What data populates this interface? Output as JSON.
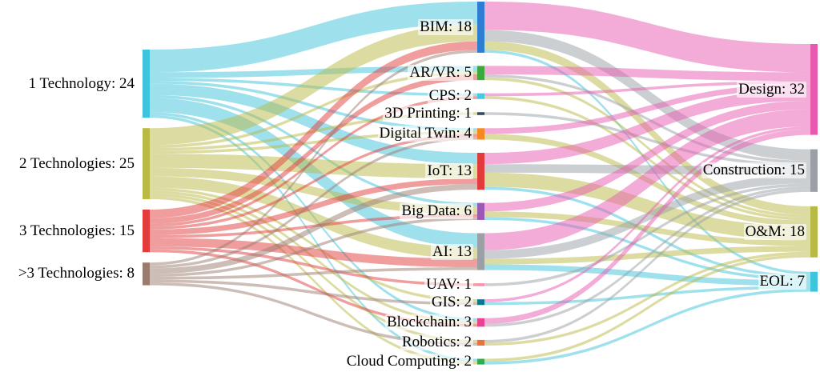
{
  "chart_data": {
    "type": "sankey",
    "title": "",
    "orientation": "left-to-right",
    "link_coloring": {
      "left_to_middle": "source",
      "middle_to_right": "target"
    },
    "node_columns": [
      {
        "id": "left",
        "nodes": [
          {
            "name": "1 Technology",
            "value": 24,
            "color": "#3ec4dc"
          },
          {
            "name": "2 Technologies",
            "value": 25,
            "color": "#b9ba45"
          },
          {
            "name": "3 Technologies",
            "value": 15,
            "color": "#e23b3b"
          },
          {
            "name": ">3 Technologies",
            "value": 8,
            "color": "#9c7b6f"
          }
        ]
      },
      {
        "id": "middle",
        "nodes": [
          {
            "name": "BIM",
            "value": 18,
            "color": "#2d7dd2"
          },
          {
            "name": "AR/VR",
            "value": 5,
            "color": "#3da93d"
          },
          {
            "name": "CPS",
            "value": 2,
            "color": "#45c8e0"
          },
          {
            "name": "3D Printing",
            "value": 1,
            "color": "#34495e"
          },
          {
            "name": "Digital Twin",
            "value": 4,
            "color": "#f5881f"
          },
          {
            "name": "IoT",
            "value": 13,
            "color": "#e23b3b"
          },
          {
            "name": "Big Data",
            "value": 6,
            "color": "#9b59b6"
          },
          {
            "name": "AI",
            "value": 13,
            "color": "#9aa0a6"
          },
          {
            "name": "UAV",
            "value": 1,
            "color": "#f48fb1"
          },
          {
            "name": "GIS",
            "value": 2,
            "color": "#0e7490"
          },
          {
            "name": "Blockchain",
            "value": 3,
            "color": "#e84393"
          },
          {
            "name": "Robotics",
            "value": 2,
            "color": "#e8743b"
          },
          {
            "name": "Cloud Computing",
            "value": 2,
            "color": "#2eac4f"
          }
        ]
      },
      {
        "id": "right",
        "nodes": [
          {
            "name": "Design",
            "value": 32,
            "color": "#e85ab0"
          },
          {
            "name": "Construction",
            "value": 15,
            "color": "#9aa0a6"
          },
          {
            "name": "O&M",
            "value": 18,
            "color": "#b9ba45"
          },
          {
            "name": "EOL",
            "value": 7,
            "color": "#3ec4dc"
          }
        ]
      }
    ],
    "links": [
      {
        "from": "1 Technology",
        "to": "BIM",
        "value": 8
      },
      {
        "from": "1 Technology",
        "to": "AR/VR",
        "value": 2
      },
      {
        "from": "1 Technology",
        "to": "CPS",
        "value": 1
      },
      {
        "from": "1 Technology",
        "to": "Digital Twin",
        "value": 1
      },
      {
        "from": "1 Technology",
        "to": "IoT",
        "value": 4
      },
      {
        "from": "1 Technology",
        "to": "Big Data",
        "value": 1
      },
      {
        "from": "1 Technology",
        "to": "AI",
        "value": 5
      },
      {
        "from": "1 Technology",
        "to": "Blockchain",
        "value": 1
      },
      {
        "from": "1 Technology",
        "to": "Cloud Computing",
        "value": 1
      },
      {
        "from": "2 Technologies",
        "to": "BIM",
        "value": 6
      },
      {
        "from": "2 Technologies",
        "to": "AR/VR",
        "value": 1
      },
      {
        "from": "2 Technologies",
        "to": "3D Printing",
        "value": 1
      },
      {
        "from": "2 Technologies",
        "to": "Digital Twin",
        "value": 1
      },
      {
        "from": "2 Technologies",
        "to": "IoT",
        "value": 5
      },
      {
        "from": "2 Technologies",
        "to": "Big Data",
        "value": 3
      },
      {
        "from": "2 Technologies",
        "to": "AI",
        "value": 4
      },
      {
        "from": "2 Technologies",
        "to": "GIS",
        "value": 1
      },
      {
        "from": "2 Technologies",
        "to": "Blockchain",
        "value": 1
      },
      {
        "from": "2 Technologies",
        "to": "Robotics",
        "value": 1
      },
      {
        "from": "2 Technologies",
        "to": "Cloud Computing",
        "value": 1
      },
      {
        "from": "3 Technologies",
        "to": "BIM",
        "value": 3
      },
      {
        "from": "3 Technologies",
        "to": "AR/VR",
        "value": 2
      },
      {
        "from": "3 Technologies",
        "to": "CPS",
        "value": 1
      },
      {
        "from": "3 Technologies",
        "to": "Digital Twin",
        "value": 1
      },
      {
        "from": "3 Technologies",
        "to": "IoT",
        "value": 2
      },
      {
        "from": "3 Technologies",
        "to": "Big Data",
        "value": 1
      },
      {
        "from": "3 Technologies",
        "to": "AI",
        "value": 3
      },
      {
        "from": "3 Technologies",
        "to": "UAV",
        "value": 1
      },
      {
        "from": "3 Technologies",
        "to": "Blockchain",
        "value": 1
      },
      {
        "from": ">3 Technologies",
        "to": "BIM",
        "value": 1
      },
      {
        "from": ">3 Technologies",
        "to": "Digital Twin",
        "value": 1
      },
      {
        "from": ">3 Technologies",
        "to": "IoT",
        "value": 2
      },
      {
        "from": ">3 Technologies",
        "to": "Big Data",
        "value": 1
      },
      {
        "from": ">3 Technologies",
        "to": "AI",
        "value": 1
      },
      {
        "from": ">3 Technologies",
        "to": "GIS",
        "value": 1
      },
      {
        "from": ">3 Technologies",
        "to": "Robotics",
        "value": 1
      },
      {
        "from": "BIM",
        "to": "Design",
        "value": 10
      },
      {
        "from": "BIM",
        "to": "Construction",
        "value": 4
      },
      {
        "from": "BIM",
        "to": "O&M",
        "value": 3
      },
      {
        "from": "BIM",
        "to": "EOL",
        "value": 1
      },
      {
        "from": "AR/VR",
        "to": "Design",
        "value": 3
      },
      {
        "from": "AR/VR",
        "to": "Construction",
        "value": 1
      },
      {
        "from": "AR/VR",
        "to": "O&M",
        "value": 1
      },
      {
        "from": "CPS",
        "to": "Design",
        "value": 1
      },
      {
        "from": "CPS",
        "to": "O&M",
        "value": 1
      },
      {
        "from": "3D Printing",
        "to": "Construction",
        "value": 1
      },
      {
        "from": "Digital Twin",
        "to": "Design",
        "value": 2
      },
      {
        "from": "Digital Twin",
        "to": "O&M",
        "value": 2
      },
      {
        "from": "IoT",
        "to": "Design",
        "value": 4
      },
      {
        "from": "IoT",
        "to": "Construction",
        "value": 3
      },
      {
        "from": "IoT",
        "to": "O&M",
        "value": 5
      },
      {
        "from": "IoT",
        "to": "EOL",
        "value": 1
      },
      {
        "from": "Big Data",
        "to": "Design",
        "value": 3
      },
      {
        "from": "Big Data",
        "to": "O&M",
        "value": 2
      },
      {
        "from": "Big Data",
        "to": "EOL",
        "value": 1
      },
      {
        "from": "AI",
        "to": "Design",
        "value": 6
      },
      {
        "from": "AI",
        "to": "Construction",
        "value": 3
      },
      {
        "from": "AI",
        "to": "O&M",
        "value": 2
      },
      {
        "from": "AI",
        "to": "EOL",
        "value": 2
      },
      {
        "from": "UAV",
        "to": "Construction",
        "value": 1
      },
      {
        "from": "GIS",
        "to": "Design",
        "value": 1
      },
      {
        "from": "GIS",
        "to": "EOL",
        "value": 1
      },
      {
        "from": "Blockchain",
        "to": "Design",
        "value": 2
      },
      {
        "from": "Blockchain",
        "to": "Construction",
        "value": 1
      },
      {
        "from": "Robotics",
        "to": "Construction",
        "value": 1
      },
      {
        "from": "Robotics",
        "to": "O&M",
        "value": 1
      },
      {
        "from": "Cloud Computing",
        "to": "O&M",
        "value": 1
      },
      {
        "from": "Cloud Computing",
        "to": "EOL",
        "value": 1
      }
    ]
  }
}
